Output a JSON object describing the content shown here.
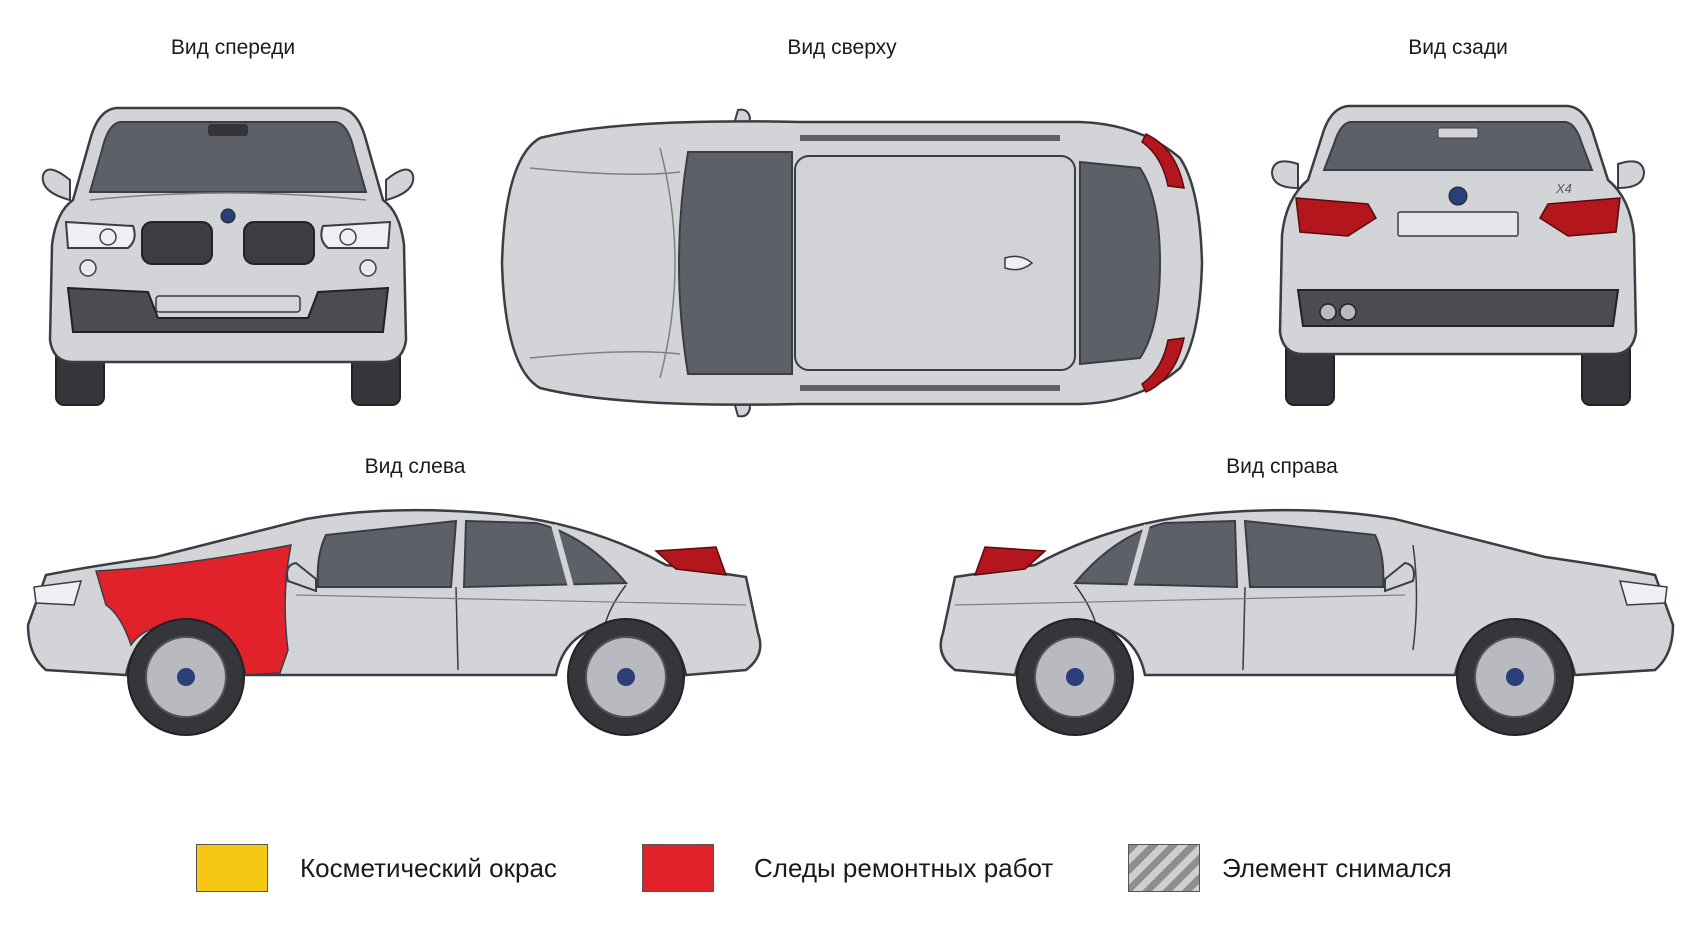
{
  "views": {
    "front": "Вид спереди",
    "top": "Вид сверху",
    "rear": "Вид сзади",
    "left": "Вид слева",
    "right": "Вид справа"
  },
  "car": {
    "badge": "X4",
    "body_color": "#d3d4d8",
    "outline_color": "#3a3d44",
    "glass_color": "#5d6068",
    "tail_light_color": "#b3161c"
  },
  "legend": [
    {
      "label": "Косметический окрас",
      "color": "#f7c813",
      "style": "solid"
    },
    {
      "label": "Следы ремонтных работ",
      "color": "#e2222a",
      "style": "solid"
    },
    {
      "label": "Элемент снимался",
      "color": "#a8a8a8",
      "style": "hatched"
    }
  ],
  "marked_parts": [
    {
      "view": "left",
      "part": "front-fender",
      "legend": "Следы ремонтных работ"
    }
  ]
}
